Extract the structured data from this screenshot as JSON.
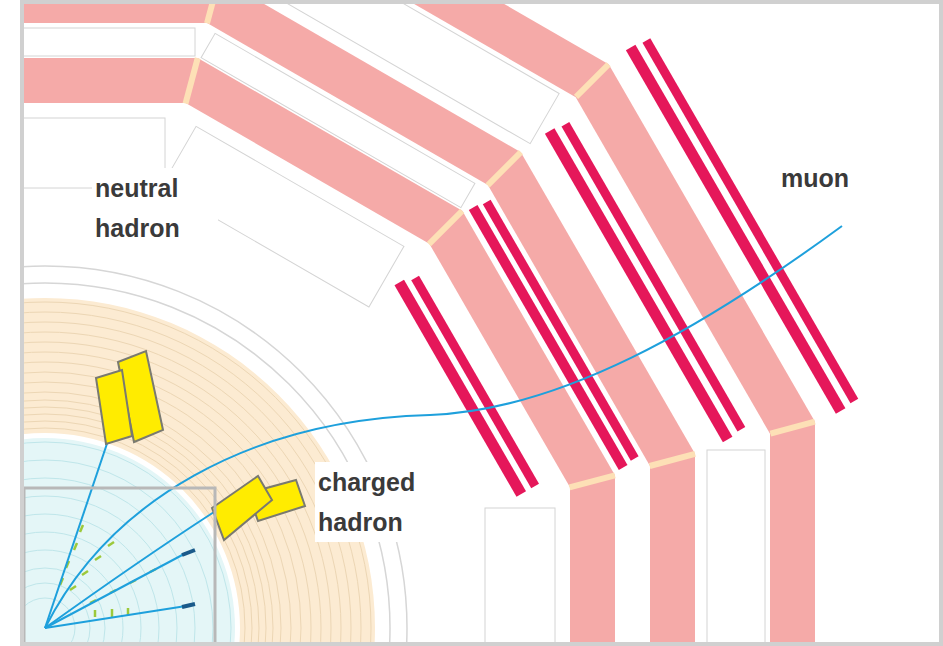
{
  "diagram": {
    "labels": [
      "neutral hadron",
      "charged hadron",
      "muon"
    ]
  }
}
